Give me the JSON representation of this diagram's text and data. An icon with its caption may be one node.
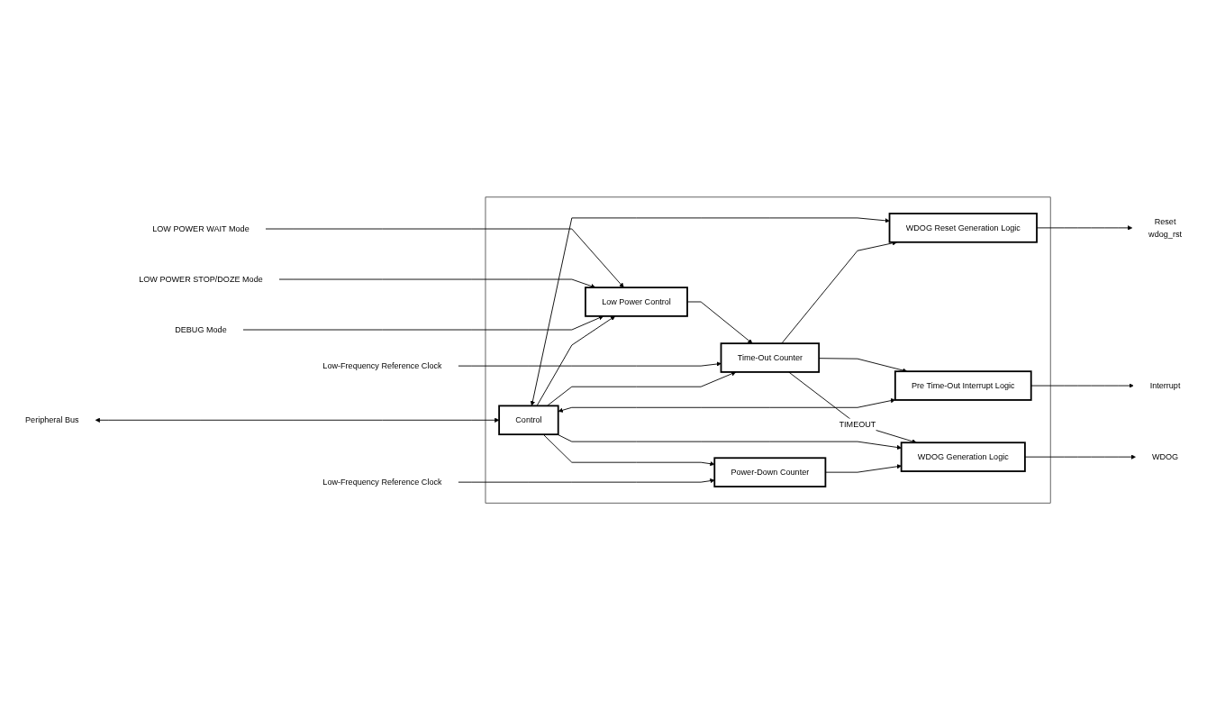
{
  "diagram": {
    "nodes": [
      {
        "text": [],
        "shape": "box"
      },
      {
        "text": [
          "LOW POWER WAIT Mode"
        ]
      },
      {
        "text": [
          "LOW POWER STOP/DOZE Mode"
        ]
      },
      {
        "text": [
          "DEBUG Mode"
        ]
      },
      {
        "text": [
          "Low-Frequency Reference Clock"
        ]
      },
      {
        "text": [
          "Peripheral Bus"
        ]
      },
      {
        "text": [
          "Low-Frequency Reference Clock"
        ]
      },
      {
        "text": [
          "Low Power Control"
        ],
        "in": 0
      },
      {
        "text": [
          "Time-Out Counter"
        ],
        "in": 0
      },
      {
        "text": [
          "WDOG Reset Generation Logic"
        ],
        "in": 0
      },
      {
        "text": [
          "Control"
        ],
        "in": 0
      },
      {
        "text": [
          "Pre Time-Out Interrupt Logic"
        ],
        "in": 0
      },
      {
        "text": [
          "Power-Down Counter"
        ],
        "in": 0
      },
      {
        "text": [
          "WDOG Generation Logic"
        ],
        "in": 0
      },
      {
        "text": [
          "Reset",
          "wdog_rst"
        ]
      },
      {
        "text": [
          "Interrupt"
        ]
      },
      {
        "text": [
          "WDOG"
        ]
      }
    ],
    "edges": [
      {
        "from": 1,
        "to": 7,
        "arrow": "to"
      },
      {
        "from": 2,
        "to": 7,
        "arrow": "to"
      },
      {
        "from": 3,
        "to": 7,
        "arrow": "to"
      },
      {
        "from": 7,
        "to": 8,
        "arrow": "to"
      },
      {
        "from": 4,
        "to": 8,
        "arrow": "to"
      },
      {
        "from": 10,
        "to": 7,
        "arrow": "to"
      },
      {
        "from": 10,
        "to": 8,
        "arrow": "to"
      },
      {
        "from": 10,
        "to": 9,
        "arrow": "both"
      },
      {
        "from": 8,
        "to": 9,
        "arrow": "to"
      },
      {
        "from": 8,
        "to": 11,
        "arrow": "to"
      },
      {
        "from": 8,
        "to": 13,
        "arrow": "to",
        "label": "TIMEOUT"
      },
      {
        "from": 9,
        "to": 14,
        "arrow": "to"
      },
      {
        "from": 5,
        "to": 10,
        "arrow": "both"
      },
      {
        "from": 10,
        "to": 11,
        "arrow": "both"
      },
      {
        "from": 11,
        "to": 15,
        "arrow": "to"
      },
      {
        "from": 10,
        "to": 12,
        "arrow": "to"
      },
      {
        "from": 10,
        "to": 13,
        "arrow": "to"
      },
      {
        "from": 6,
        "to": 12,
        "arrow": "to"
      },
      {
        "from": 12,
        "to": 13,
        "arrow": "to"
      },
      {
        "from": 13,
        "to": 16,
        "arrow": "to"
      }
    ]
  }
}
